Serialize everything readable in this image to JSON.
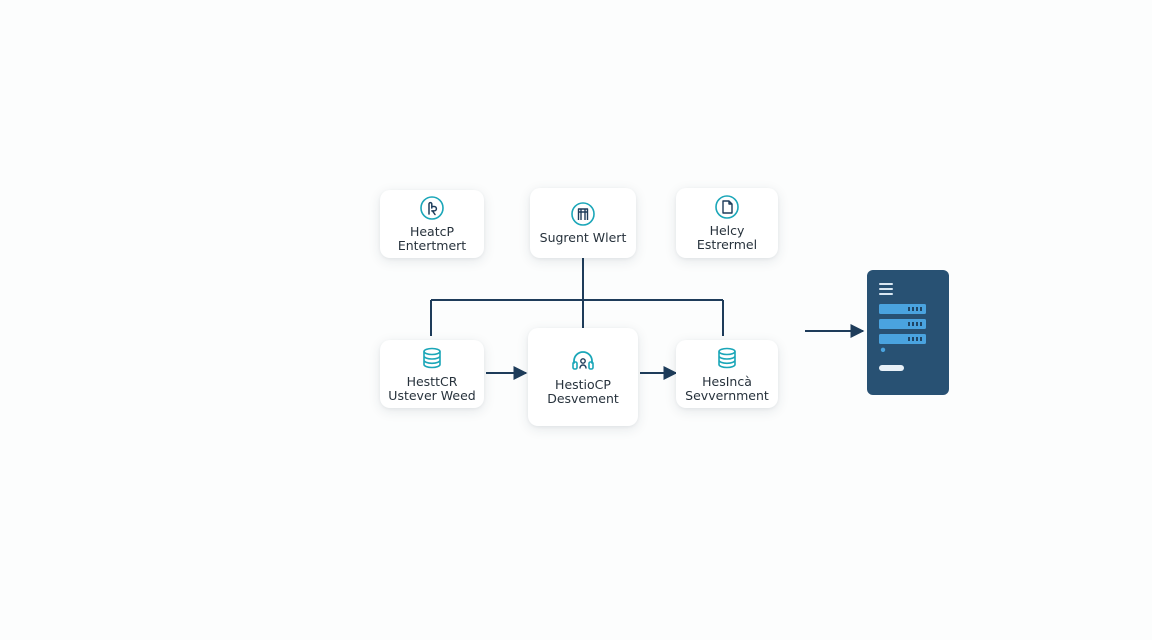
{
  "nodes": {
    "top_left": {
      "icon": "hand-icon",
      "line1": "HeatcP",
      "line2": "Entertmert"
    },
    "top_mid": {
      "icon": "door-icon",
      "line1": "Sugrent Wlert"
    },
    "top_right": {
      "icon": "document-icon",
      "line1": "Helcy",
      "line2": "Estrermel"
    },
    "bot_left": {
      "icon": "database-icon",
      "line1": "HesttCR",
      "line2": "Ustever Weed"
    },
    "bot_mid": {
      "icon": "headset-icon",
      "line1": "HestioCP",
      "line2": "Desvement"
    },
    "bot_right": {
      "icon": "database-icon",
      "line1": "HesIncà",
      "line2": "Sevvernment"
    }
  },
  "server": {
    "icon": "server-rack-icon"
  },
  "colors": {
    "accent": "#1aa6b8",
    "line": "#1e3c5a",
    "server_body": "#285173",
    "server_bar": "#4aa3df",
    "node_text": "#27323c"
  }
}
